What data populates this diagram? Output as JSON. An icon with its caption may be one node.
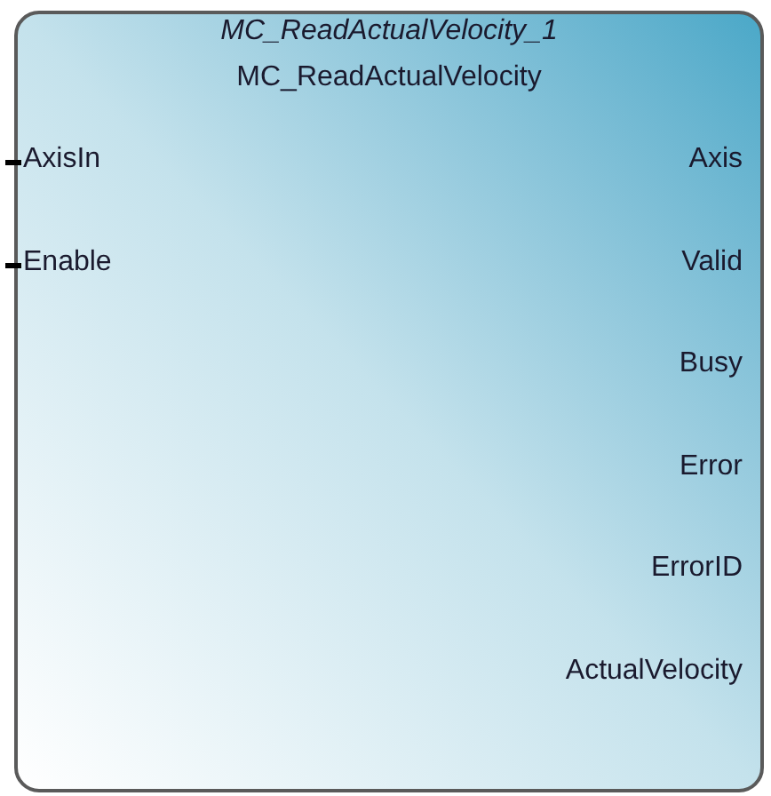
{
  "diagram": {
    "nodes": [
      {
        "text": [
          "MC_ReadActualVelocity_1",
          "MC_ReadActualVelocity"
        ]
      }
    ],
    "labels": [
      "AxisIn",
      "Axis",
      "Enable",
      "Valid",
      "Busy",
      "Error",
      "ErrorID",
      "ActualVelocity"
    ]
  }
}
